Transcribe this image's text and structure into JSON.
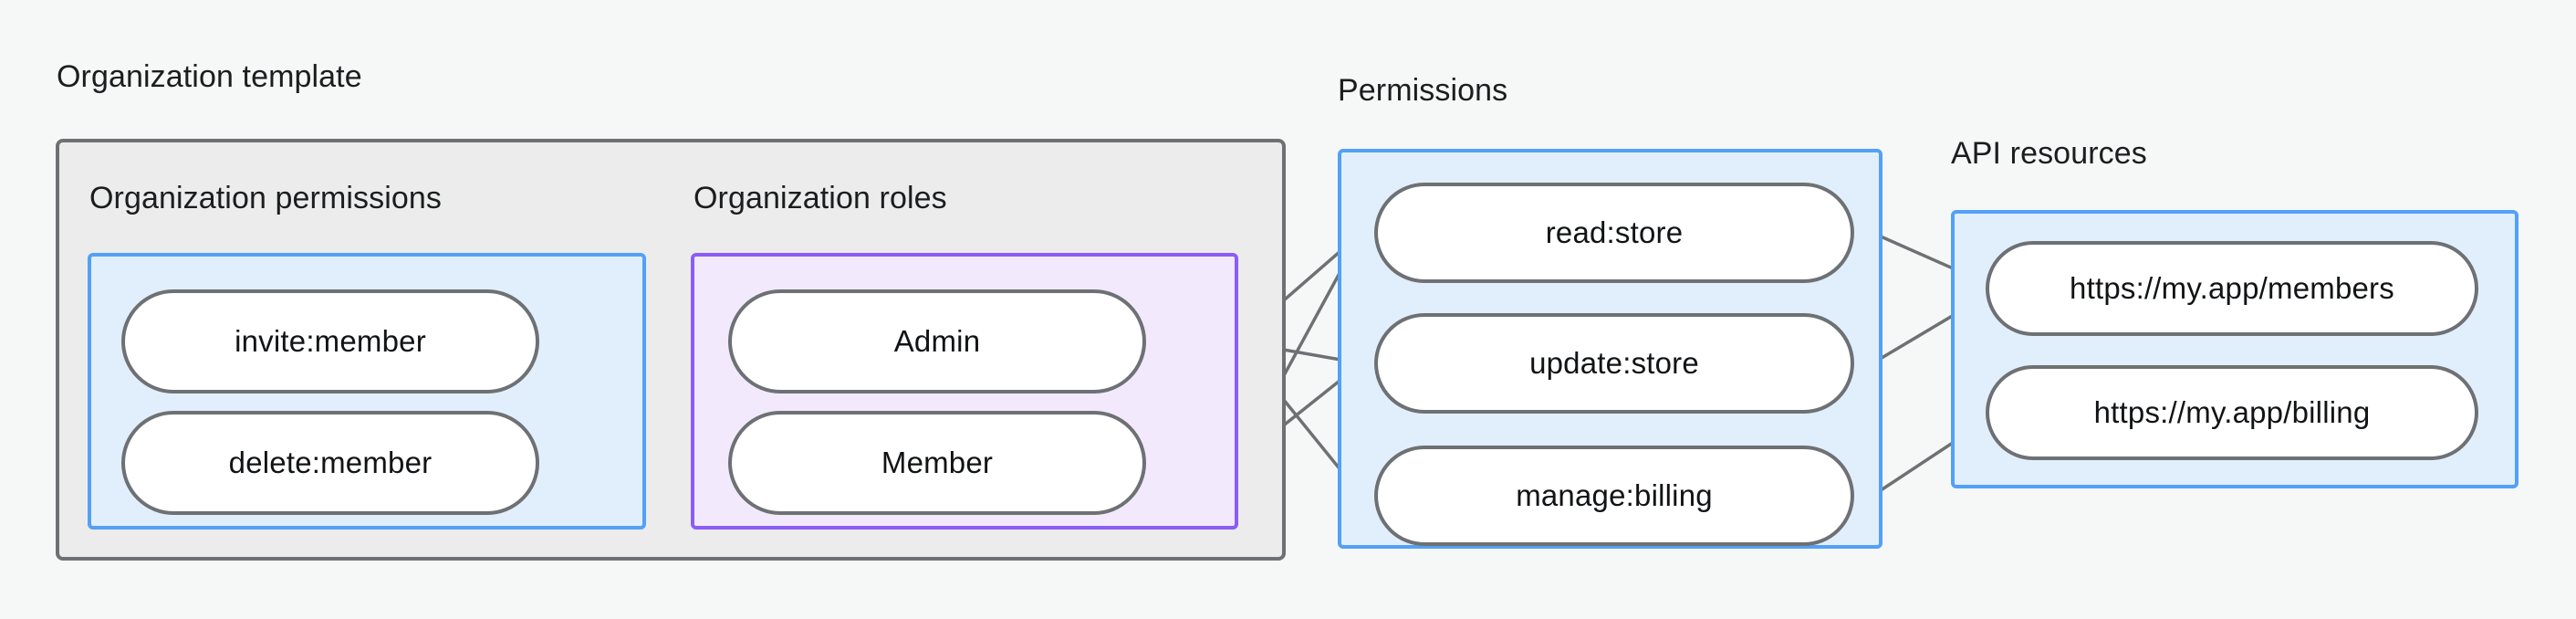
{
  "theme": {
    "canvas_background": "#f6f8f8",
    "outer_group_fill": "#ececec",
    "outer_group_stroke": "#6e7173",
    "blue_group_fill": "#e1effc",
    "blue_group_stroke": "#53a0f7",
    "purple_group_fill": "#f3e9fd",
    "purple_group_stroke": "#8b5cf6",
    "node_fill": "#ffffff",
    "node_stroke": "#6e7173",
    "edge_color": "#6e7173",
    "text_color": "#1b1d1e"
  },
  "groups": {
    "organization_template": {
      "title": "Organization template",
      "sections": {
        "organization_permissions": {
          "title": "Organization permissions",
          "nodes": [
            {
              "label": "invite:member"
            },
            {
              "label": "delete:member"
            }
          ]
        },
        "organization_roles": {
          "title": "Organization roles",
          "nodes": [
            {
              "label": "Admin"
            },
            {
              "label": "Member"
            }
          ]
        }
      }
    },
    "permissions": {
      "title": "Permissions",
      "nodes": [
        {
          "label": "read:store"
        },
        {
          "label": "update:store"
        },
        {
          "label": "manage:billing"
        }
      ]
    },
    "api_resources": {
      "title": "API resources",
      "nodes": [
        {
          "label": "https://my.app/members"
        },
        {
          "label": "https://my.app/billing"
        }
      ]
    }
  },
  "edges": [
    {
      "from": "invite:member",
      "to": "Admin"
    },
    {
      "from": "invite:member",
      "to": "Member"
    },
    {
      "from": "delete:member",
      "to": "Member"
    },
    {
      "from": "Admin",
      "to": "read:store"
    },
    {
      "from": "Admin",
      "to": "update:store"
    },
    {
      "from": "Admin",
      "to": "manage:billing"
    },
    {
      "from": "Member",
      "to": "read:store"
    },
    {
      "from": "Member",
      "to": "update:store"
    },
    {
      "from": "read:store",
      "to": "https://my.app/members"
    },
    {
      "from": "update:store",
      "to": "https://my.app/members"
    },
    {
      "from": "manage:billing",
      "to": "https://my.app/billing"
    }
  ]
}
